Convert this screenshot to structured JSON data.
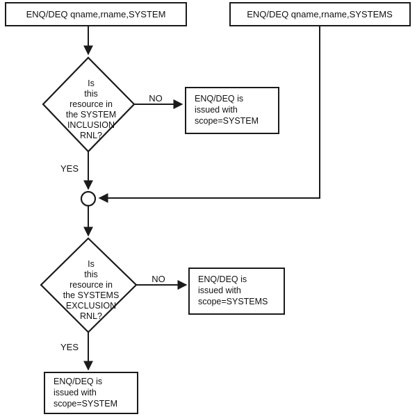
{
  "diagram": {
    "title": "ENQ/DEQ scope resolution flowchart",
    "colors": {
      "background": "#ffffff",
      "stroke": "#1a1a1a",
      "text": "#111111"
    },
    "start_nodes": [
      {
        "id": "start-system",
        "label": "ENQ/DEQ qname,rname,SYSTEM"
      },
      {
        "id": "start-systems",
        "label": "ENQ/DEQ qname,rname,SYSTEMS"
      }
    ],
    "decisions": [
      {
        "id": "decision-system-inclusion",
        "lines": [
          "Is",
          "this",
          "resource in",
          "the SYSTEM",
          "INCLUSION",
          "RNL?"
        ],
        "yes_label": "YES",
        "no_label": "NO"
      },
      {
        "id": "decision-systems-exclusion",
        "lines": [
          "Is",
          "this",
          "resource in",
          "the SYSTEMS",
          "EXCLUSION",
          "RNL?"
        ],
        "yes_label": "YES",
        "no_label": "NO"
      }
    ],
    "process_boxes": [
      {
        "id": "process-scope-system-no1",
        "lines": [
          "ENQ/DEQ is",
          "issued with",
          "scope=SYSTEM"
        ]
      },
      {
        "id": "process-scope-systems-no2",
        "lines": [
          "ENQ/DEQ is",
          "issued with",
          "scope=SYSTEMS"
        ]
      },
      {
        "id": "process-scope-system-final",
        "lines": [
          "ENQ/DEQ is",
          "issued with",
          "scope=SYSTEM"
        ]
      }
    ],
    "junction": {
      "id": "merge-junction",
      "label": ""
    }
  }
}
